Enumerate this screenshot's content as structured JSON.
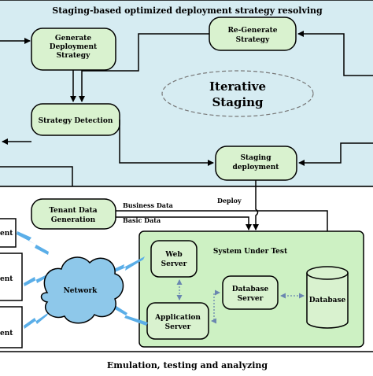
{
  "top_panel": {
    "title": "Staging-based optimized deployment strategy resolving",
    "generate_lines": [
      "Generate",
      "Deployment",
      "Strategy"
    ],
    "regenerate_lines": [
      "Re-Generate",
      "Strategy"
    ],
    "detection": "Strategy Detection",
    "staging_lines": [
      "Staging",
      "deployment"
    ],
    "iterative_lines": [
      "Iterative",
      "Staging"
    ]
  },
  "bottom_panel": {
    "tenant_lines": [
      "Tenant Data",
      "Generation"
    ],
    "business_data": "Business Data",
    "basic_data": "Basic Data",
    "deploy": "Deploy",
    "network": "Network",
    "sut_title": "System Under Test",
    "web_server_lines": [
      "Web",
      "Server"
    ],
    "app_server_lines": [
      "Application",
      "Server"
    ],
    "db_server_lines": [
      "Database",
      "Server"
    ],
    "database": "Database",
    "tenant_fragments": [
      "ent",
      "ent",
      "ent"
    ],
    "caption": "Emulation, testing and analyzing"
  },
  "colors": {
    "top_bg": "#d6ecf2",
    "node_fill": "#d9f2cf",
    "sut_fill": "#cdf1c3",
    "lightning": "#5aaee8",
    "network_fill": "#8ec8ea",
    "db_link": "#8aa0c0"
  }
}
